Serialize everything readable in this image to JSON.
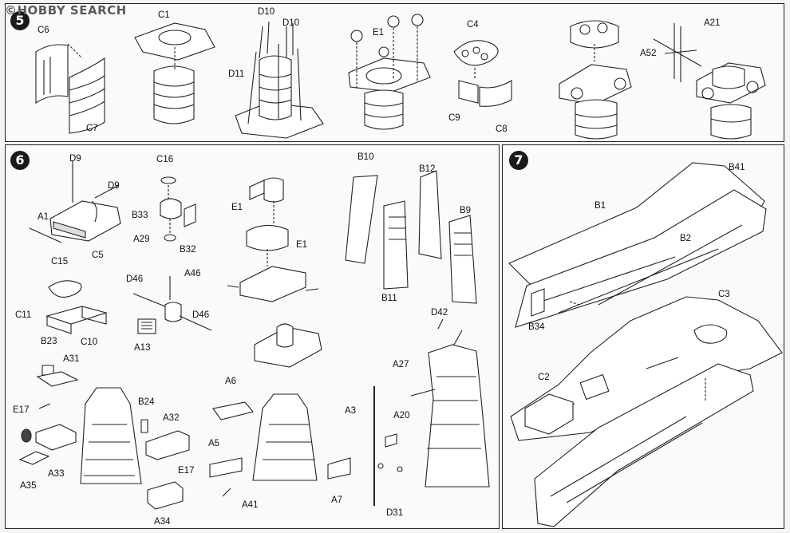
{
  "logo": "©HOBBY SEARCH",
  "steps": {
    "s5": "5",
    "s6": "6",
    "s7": "7"
  },
  "labels": {
    "C6": "C6",
    "C7": "C7",
    "C1": "C1",
    "D10a": "D10",
    "D10b": "D10",
    "D11": "D11",
    "E1a": "E1",
    "C4": "C4",
    "C9": "C9",
    "C8": "C8",
    "A21": "A21",
    "A52": "A52",
    "D9a": "D9",
    "D9b": "D9",
    "A1": "A1",
    "C5": "C5",
    "C16": "C16",
    "B33": "B33",
    "A29": "A29",
    "B32": "B32",
    "E1b": "E1",
    "E1c": "E1",
    "C15": "C15",
    "C11": "C11",
    "C10": "C10",
    "D46a": "D46",
    "A46": "A46",
    "A13": "A13",
    "D46b": "D46",
    "B23": "B23",
    "A31": "A31",
    "E17a": "E17",
    "A35": "A35",
    "A33": "A33",
    "B24": "B24",
    "A32": "A32",
    "E17b": "E17",
    "A34": "A34",
    "A6": "A6",
    "A5": "A5",
    "A41": "A41",
    "A7": "A7",
    "B10": "B10",
    "B12": "B12",
    "B9": "B9",
    "B11": "B11",
    "D42": "D42",
    "A27": "A27",
    "A3": "A3",
    "A20": "A20",
    "D31": "D31",
    "B41": "B41",
    "B1": "B1",
    "B2": "B2",
    "B34": "B34",
    "C3": "C3",
    "C2": "C2"
  }
}
